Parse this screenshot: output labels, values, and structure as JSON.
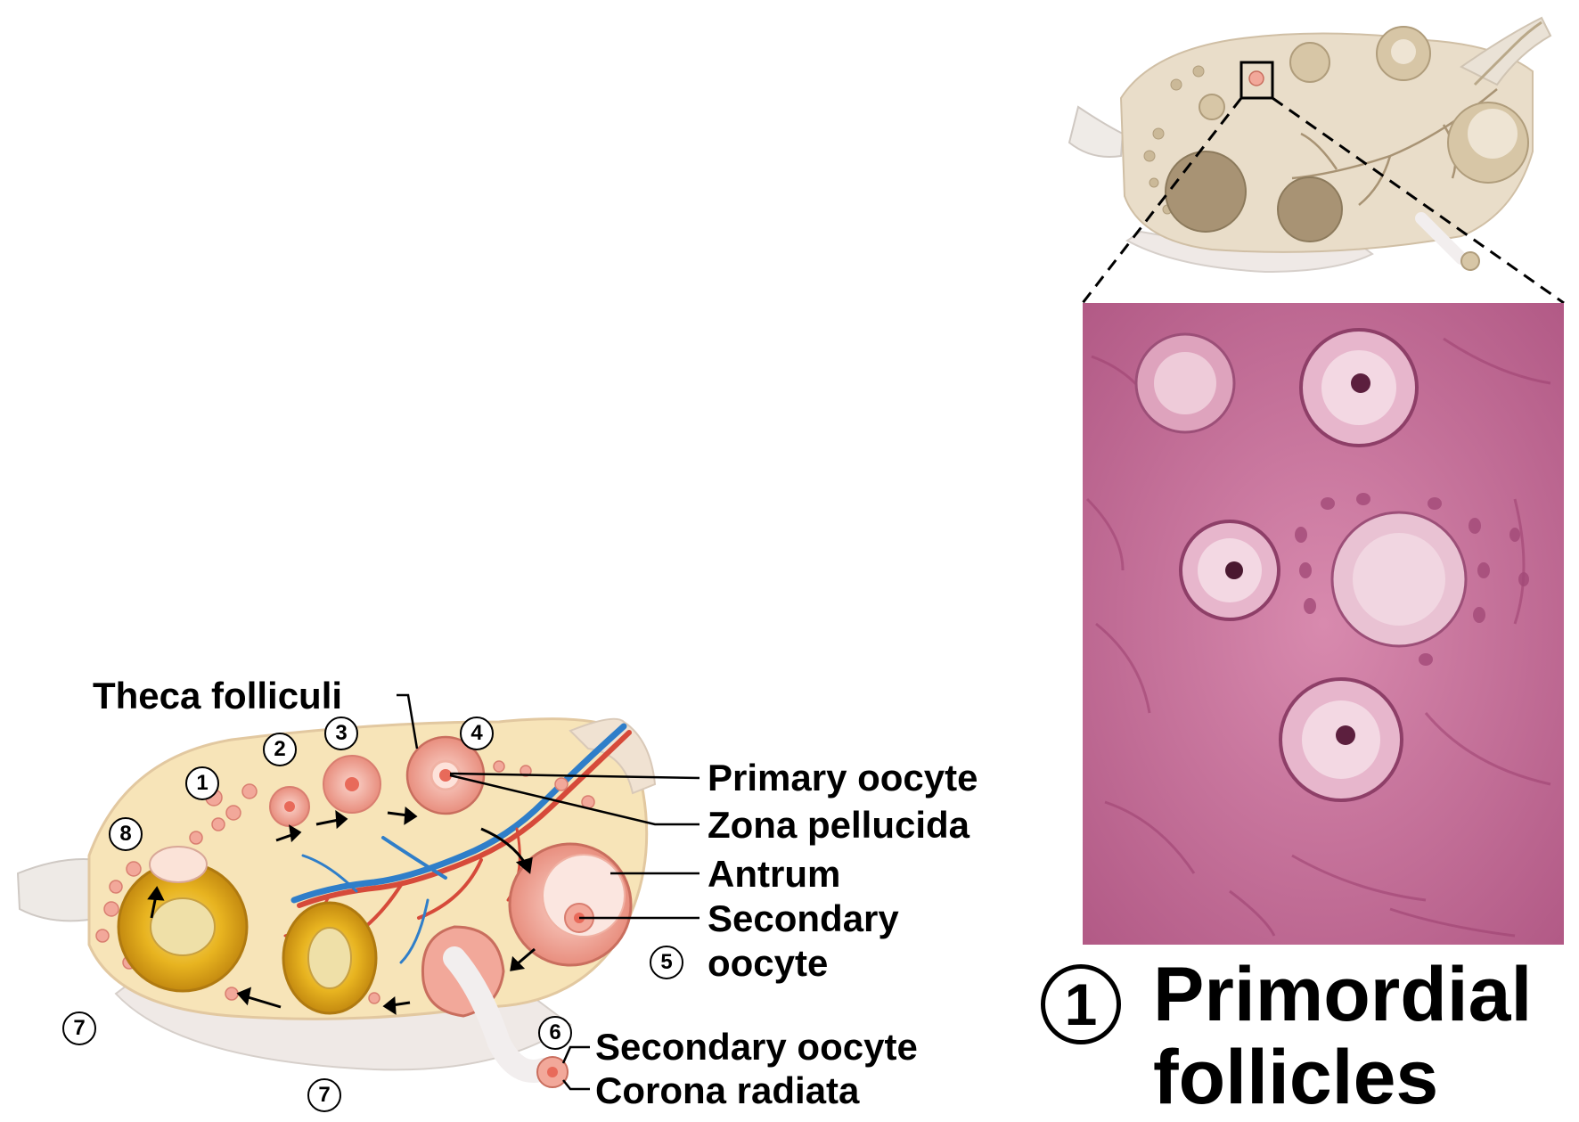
{
  "labels": {
    "theca_folliculi": "Theca folliculi",
    "primary_oocyte": "Primary oocyte",
    "zona_pellucida": "Zona pellucida",
    "antrum": "Antrum",
    "secondary_oocyte_1": "Secondary",
    "secondary_oocyte_2": "oocyte",
    "secondary_oocyte_released": "Secondary oocyte",
    "corona_radiata": "Corona radiata"
  },
  "stage_numbers": {
    "s1": "1",
    "s2": "2",
    "s3": "3",
    "s4": "4",
    "s5": "5",
    "s6": "6",
    "s7a": "7",
    "s7b": "7",
    "s8": "8"
  },
  "title": {
    "number": "1",
    "line1": "Primordial",
    "line2": "follicles"
  },
  "colors": {
    "ovary_fill": "#f7e4b8",
    "ovary_outline": "#e2c8a0",
    "follicle_pink": "#f2a89a",
    "corpus_luteum": "#e8b420",
    "micrograph": "#c9709a",
    "thumb_fill": "#e9ddc9"
  }
}
